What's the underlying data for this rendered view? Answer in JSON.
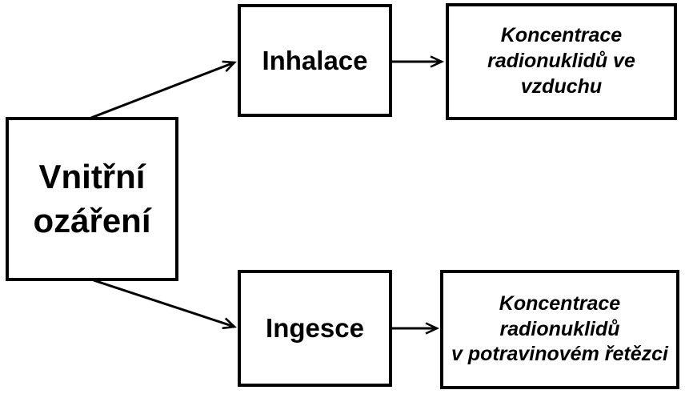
{
  "diagram": {
    "type": "flow-diagram",
    "colors": {
      "background": "#ffffff",
      "box_border": "#000000",
      "text": "#000000",
      "arrow": "#000000"
    },
    "nodes": [
      {
        "id": "vnitrni-ozareni",
        "label": "Vnitřní ozáření",
        "lines": [
          "Vnitřní",
          "ozáření"
        ],
        "style": "bold"
      },
      {
        "id": "inhalace",
        "label": "Inhalace",
        "lines": [
          "Inhalace"
        ],
        "style": "bold"
      },
      {
        "id": "koncentrace-radionuklidu-ve-vzduchu",
        "label": "Koncentrace radionuklidů ve vzduchu",
        "lines": [
          "Koncentrace",
          "radionuklidů ve",
          "vzduchu"
        ],
        "style": "bold-italic"
      },
      {
        "id": "ingesce",
        "label": "Ingesce",
        "lines": [
          "Ingesce"
        ],
        "style": "bold"
      },
      {
        "id": "koncentrace-radionuklidu-v-potravinovem-retezci",
        "label": "Koncentrace radionuklidů v potravinovém řetězci",
        "lines": [
          "Koncentrace",
          "radionuklidů",
          "v potravinovém řetězci"
        ],
        "style": "bold-italic"
      }
    ],
    "edges": [
      {
        "from": "vnitrni-ozareni",
        "to": "inhalace"
      },
      {
        "from": "vnitrni-ozareni",
        "to": "ingesce"
      },
      {
        "from": "inhalace",
        "to": "koncentrace-radionuklidu-ve-vzduchu"
      },
      {
        "from": "ingesce",
        "to": "koncentrace-radionuklidu-v-potravinovem-retezci"
      }
    ]
  }
}
